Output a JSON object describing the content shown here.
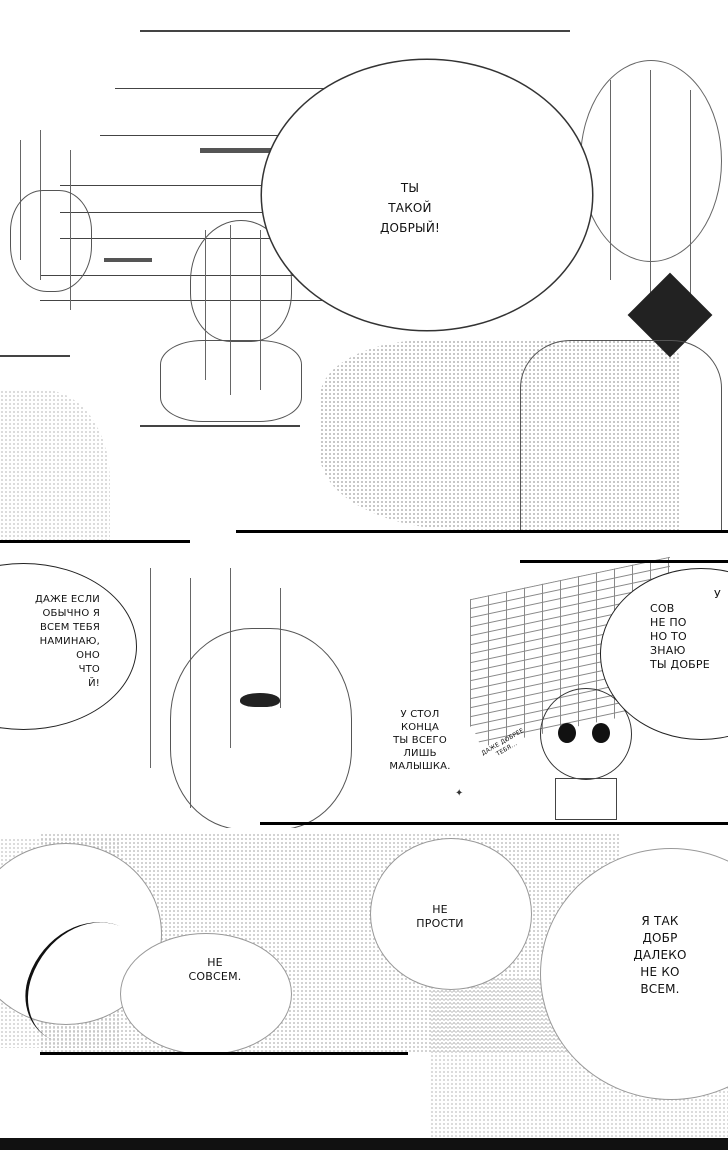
{
  "page": {
    "bottom_band": ""
  },
  "panel1": {
    "bubble_text": "ТЫ\nТАКОЙ\nДОБРЫЙ!"
  },
  "panel2": {
    "left_text": "ДАЖЕ ЕСЛИ\nОБЫЧНО Я\nВСЕМ ТЕБЯ\nНАМИНАЮ,\nОНО\nЧТО\nЙ!",
    "right_text": "СОВ\nНЕ ПО\nНО ТО\nЗНАЮ\nТЫ ДОБРЕ",
    "right_top": "У",
    "center_text": "У СТОЛ\nКОНЦА\nТЫ ВСЕГО\nЛИШЬ\nМАЛЫШКА.",
    "small_text": "ДАЖЕ ДОБРЕЕ\nТЕБЯ..."
  },
  "panel3": {
    "text_a": "НЕ\nСОВСЕМ.",
    "text_b": "НЕ\nПРОСТИ",
    "text_c": "Я ТАК\nДОБР\nДАЛЕКО\nНЕ КО\nВСЕМ."
  }
}
